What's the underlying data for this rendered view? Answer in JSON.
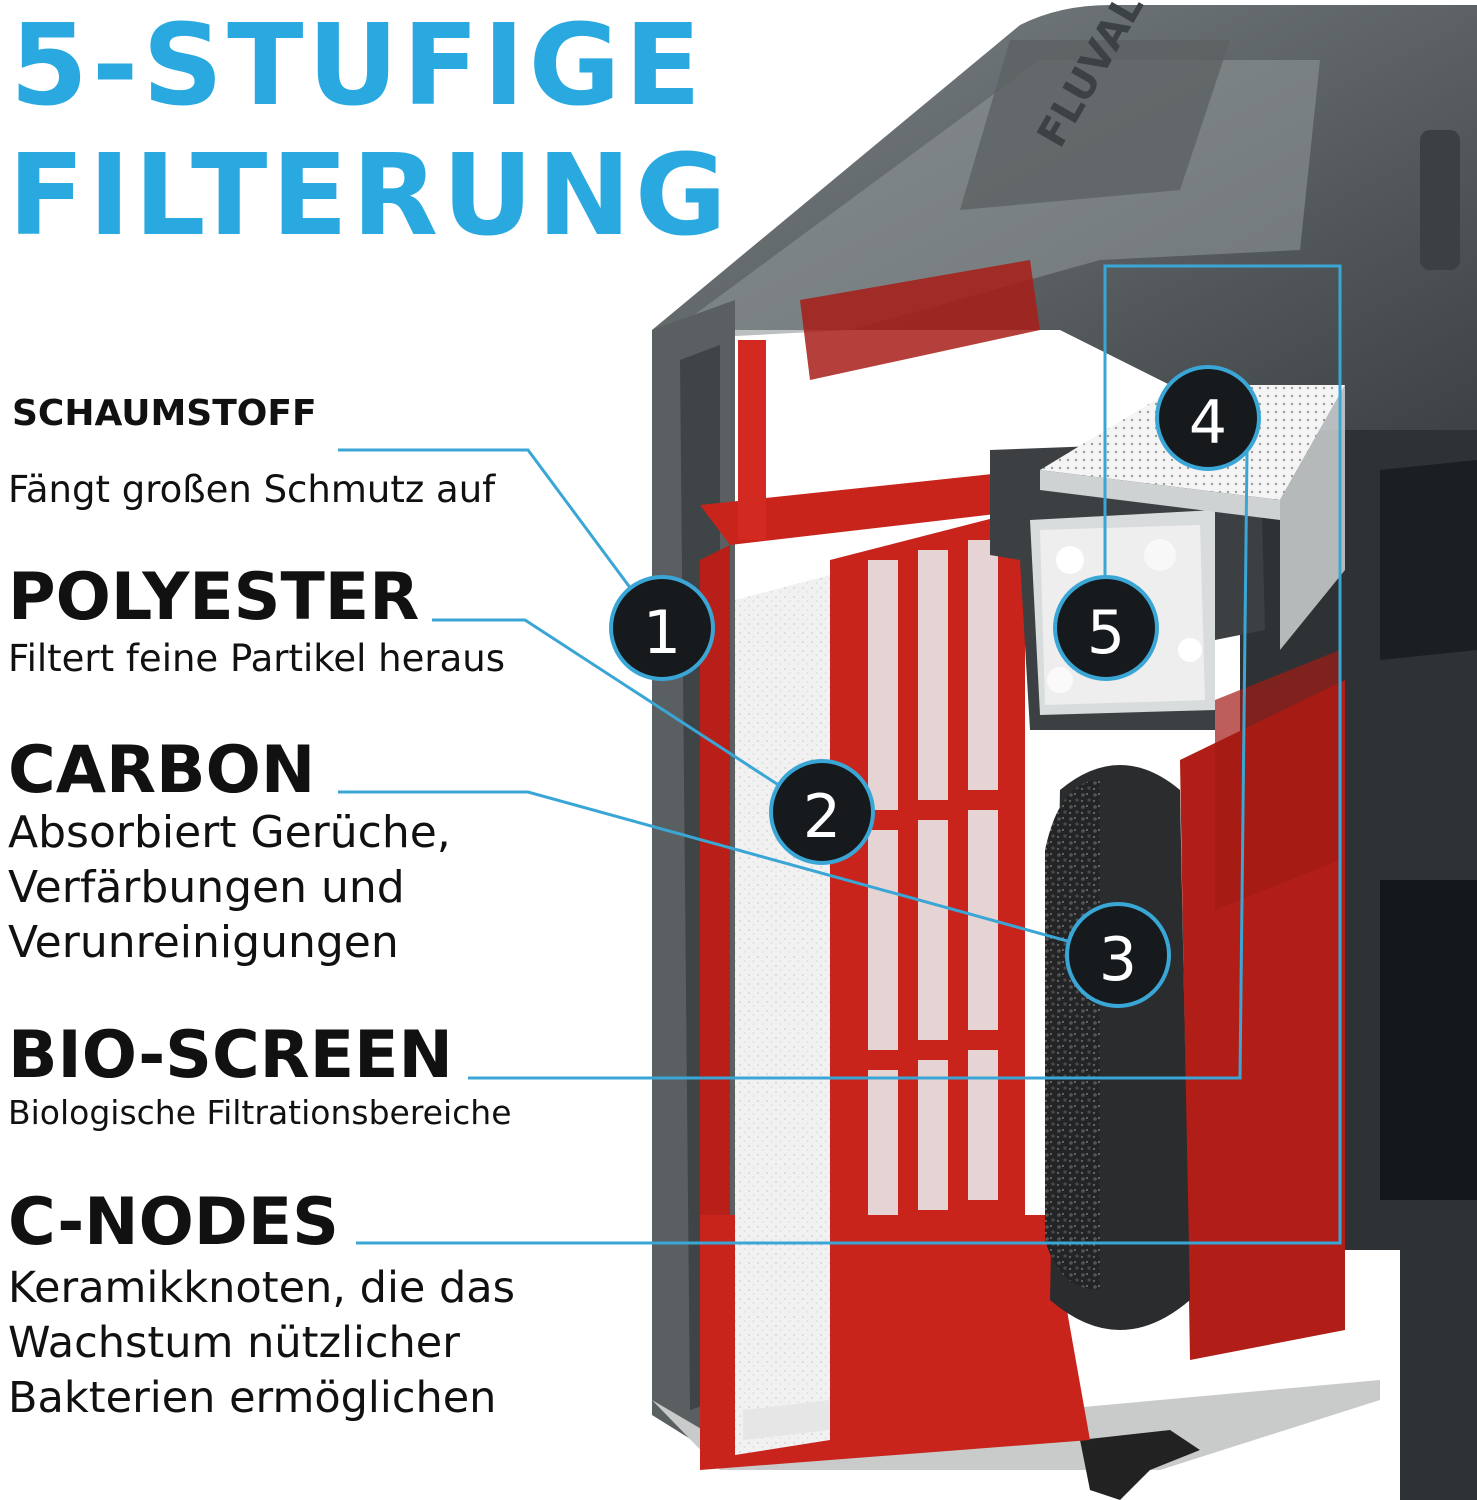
{
  "title": {
    "line1": "5-STUFIGE",
    "line2": "FILTERUNG"
  },
  "stages": [
    {
      "number": "1",
      "heading": "SCHAUMSTOFF",
      "desc": [
        "Fängt großen Schmutz auf"
      ]
    },
    {
      "number": "2",
      "heading": "POLYESTER",
      "desc": [
        "Filtert feine Partikel heraus"
      ]
    },
    {
      "number": "3",
      "heading": "CARBON",
      "desc": [
        "Absorbiert Gerüche,",
        "Verfärbungen und",
        "Verunreinigungen"
      ]
    },
    {
      "number": "4",
      "heading": "BIO-SCREEN",
      "desc": [
        "Biologische Filtrationsbereiche"
      ]
    },
    {
      "number": "5",
      "heading": "C-NODES",
      "desc": [
        "Keramikknoten, die das",
        "Wachstum nützlicher",
        "Bakterien ermöglichen"
      ]
    }
  ],
  "product": {
    "logo_text": "FLUVAL"
  },
  "colors": {
    "title": "#2aa9e0",
    "callout_line": "#3aa6d6",
    "frame_red": "#c8241c",
    "housing": "#4a4e50",
    "badge": "#161a1d"
  }
}
